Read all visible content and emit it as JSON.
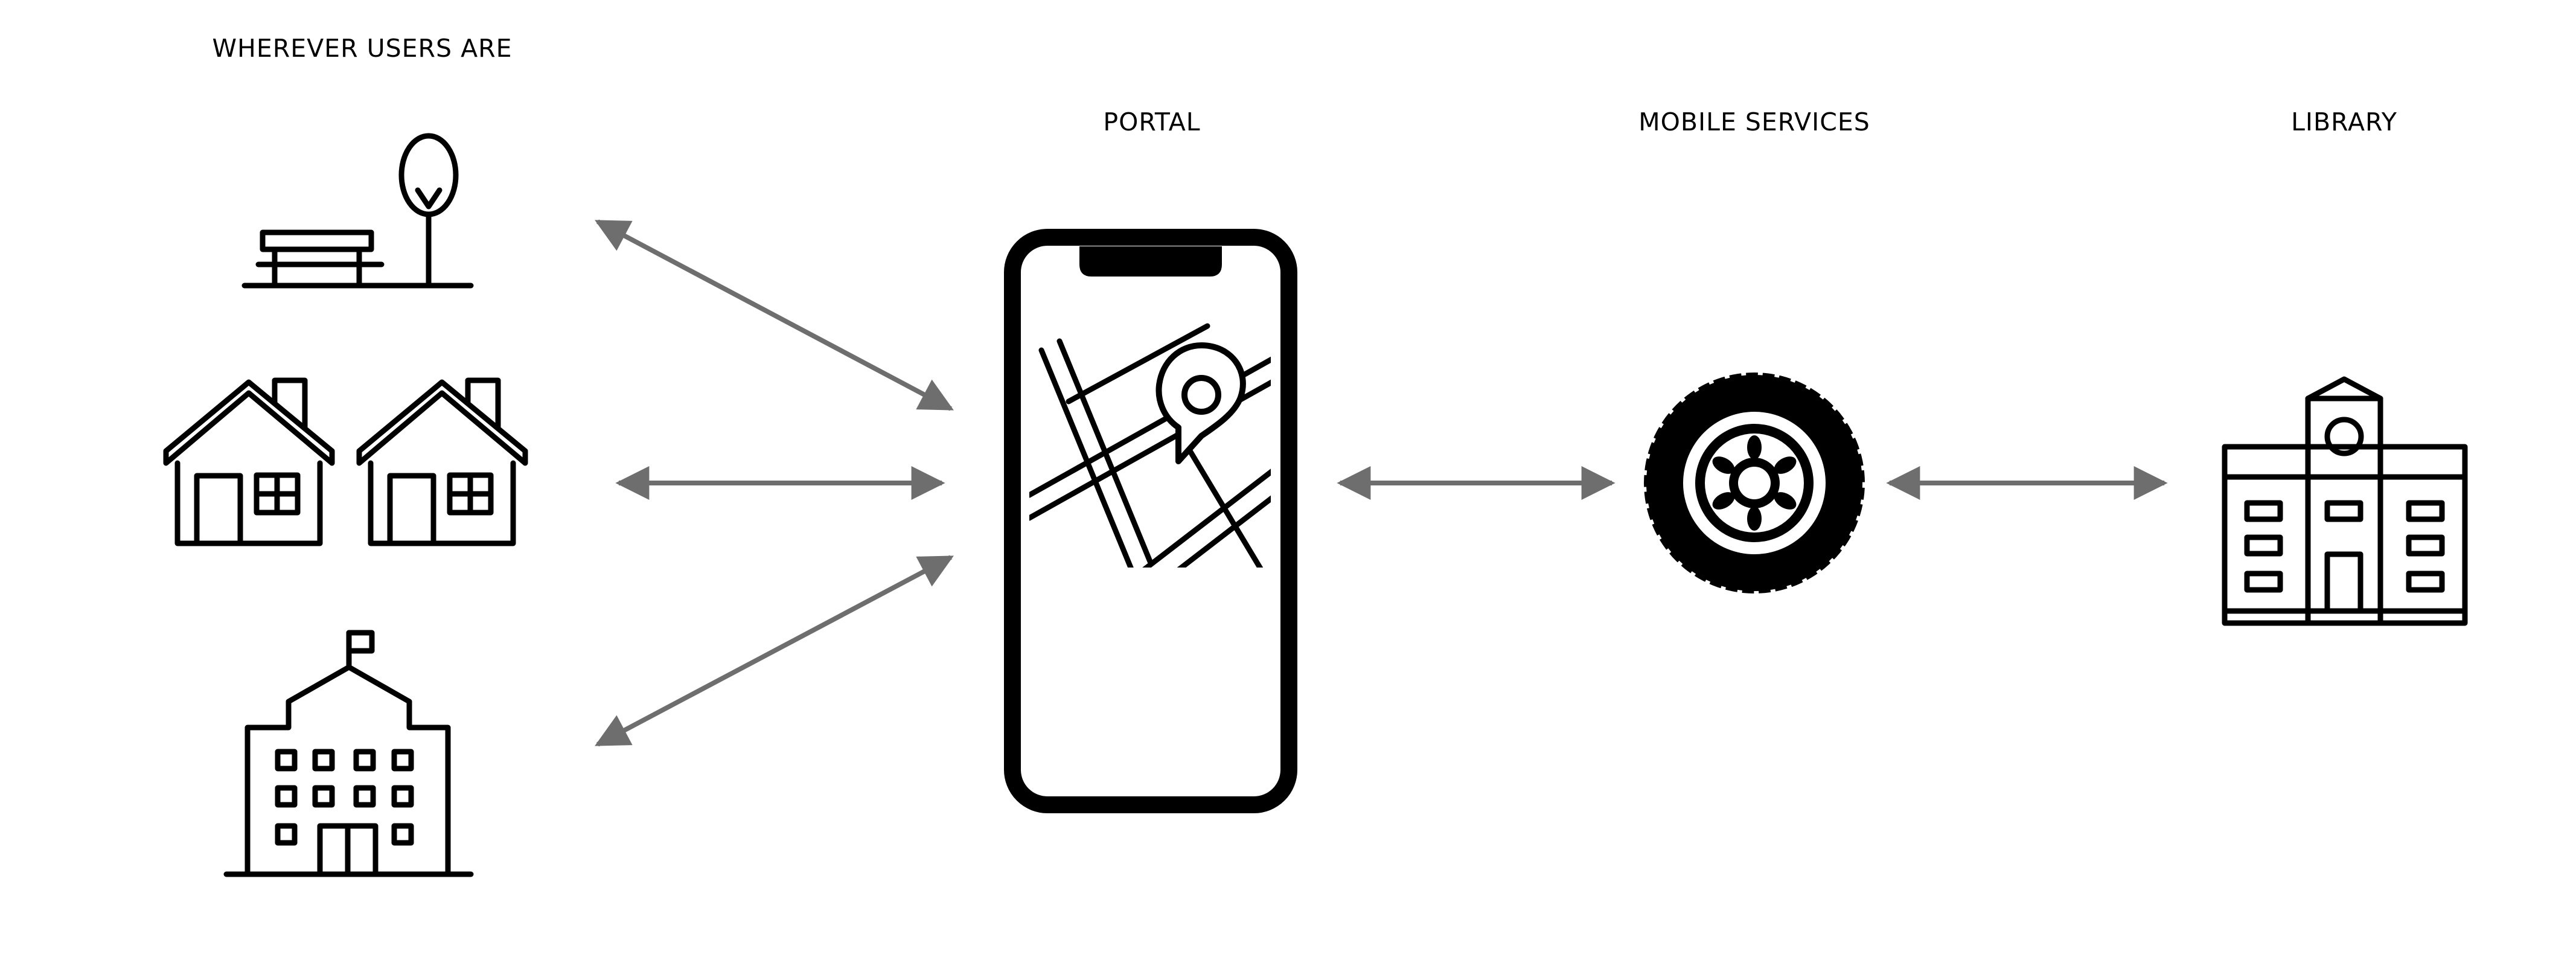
{
  "headings": {
    "users": "WHEREVER USERS ARE",
    "portal": "PORTAL",
    "mobile_services": "MOBILE SERVICES",
    "library": "LIBRARY"
  },
  "colors": {
    "icon_stroke": "#000000",
    "arrow": "#6e6e6e",
    "background": "#ffffff"
  },
  "icons": [
    "park-bench-tree-icon",
    "houses-icon",
    "school-icon",
    "smartphone-map-icon",
    "tire-icon",
    "library-building-icon"
  ],
  "connections": [
    {
      "from": "park",
      "to": "portal",
      "bidirectional": true
    },
    {
      "from": "houses",
      "to": "portal",
      "bidirectional": true
    },
    {
      "from": "school",
      "to": "portal",
      "bidirectional": true
    },
    {
      "from": "portal",
      "to": "mobile_services",
      "bidirectional": true
    },
    {
      "from": "mobile_services",
      "to": "library",
      "bidirectional": true
    }
  ]
}
